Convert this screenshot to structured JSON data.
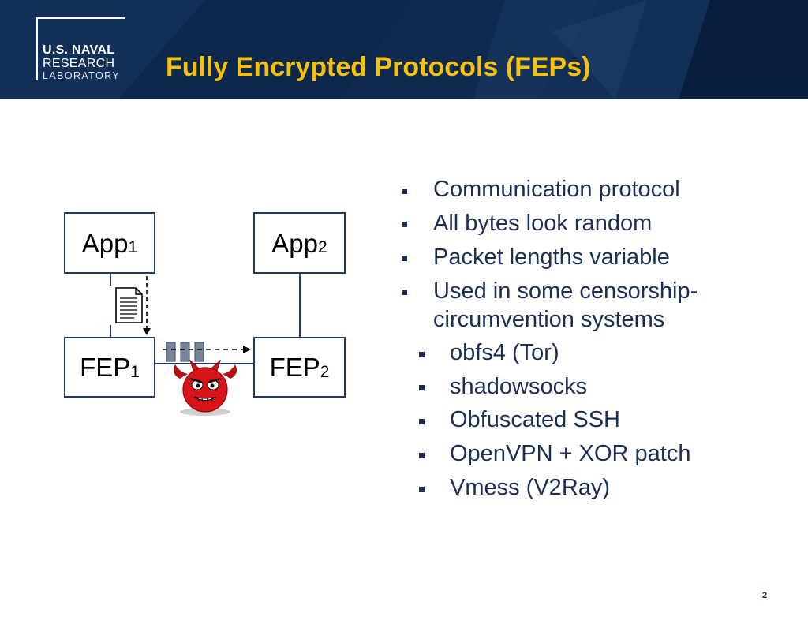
{
  "header": {
    "title": "Fully Encrypted Protocols (FEPs)",
    "logo": {
      "line1": "U.S. NAVAL",
      "line2": "RESEARCH",
      "line3": "LABORATORY"
    }
  },
  "diagram": {
    "app1": {
      "name": "App",
      "sub": "1"
    },
    "app2": {
      "name": "App",
      "sub": "2"
    },
    "fep1": {
      "name": "FEP",
      "sub": "1"
    },
    "fep2": {
      "name": "FEP",
      "sub": "2"
    },
    "icons": [
      "document-icon",
      "packet-icon",
      "devil-adversary-icon"
    ]
  },
  "bullets": [
    {
      "text": "Communication protocol",
      "level": 1
    },
    {
      "text": "All bytes look random",
      "level": 1
    },
    {
      "text": "Packet lengths variable",
      "level": 1
    },
    {
      "text": "Used in some censorship-",
      "level": 1
    },
    {
      "text": "circumvention systems",
      "level": 1,
      "continuation": true
    },
    {
      "text": "obfs4 (Tor)",
      "level": 2
    },
    {
      "text": "shadowsocks",
      "level": 2
    },
    {
      "text": "Obfuscated SSH",
      "level": 2
    },
    {
      "text": "OpenVPN + XOR patch",
      "level": 2
    },
    {
      "text": "Vmess (V2Ray)",
      "level": 2
    }
  ],
  "page_number": "2",
  "colors": {
    "header_bg": "#0d2344",
    "title": "#f4c20d",
    "text": "#1b2f56",
    "box_border": "#1f3b63",
    "adversary": "#d8141b"
  }
}
